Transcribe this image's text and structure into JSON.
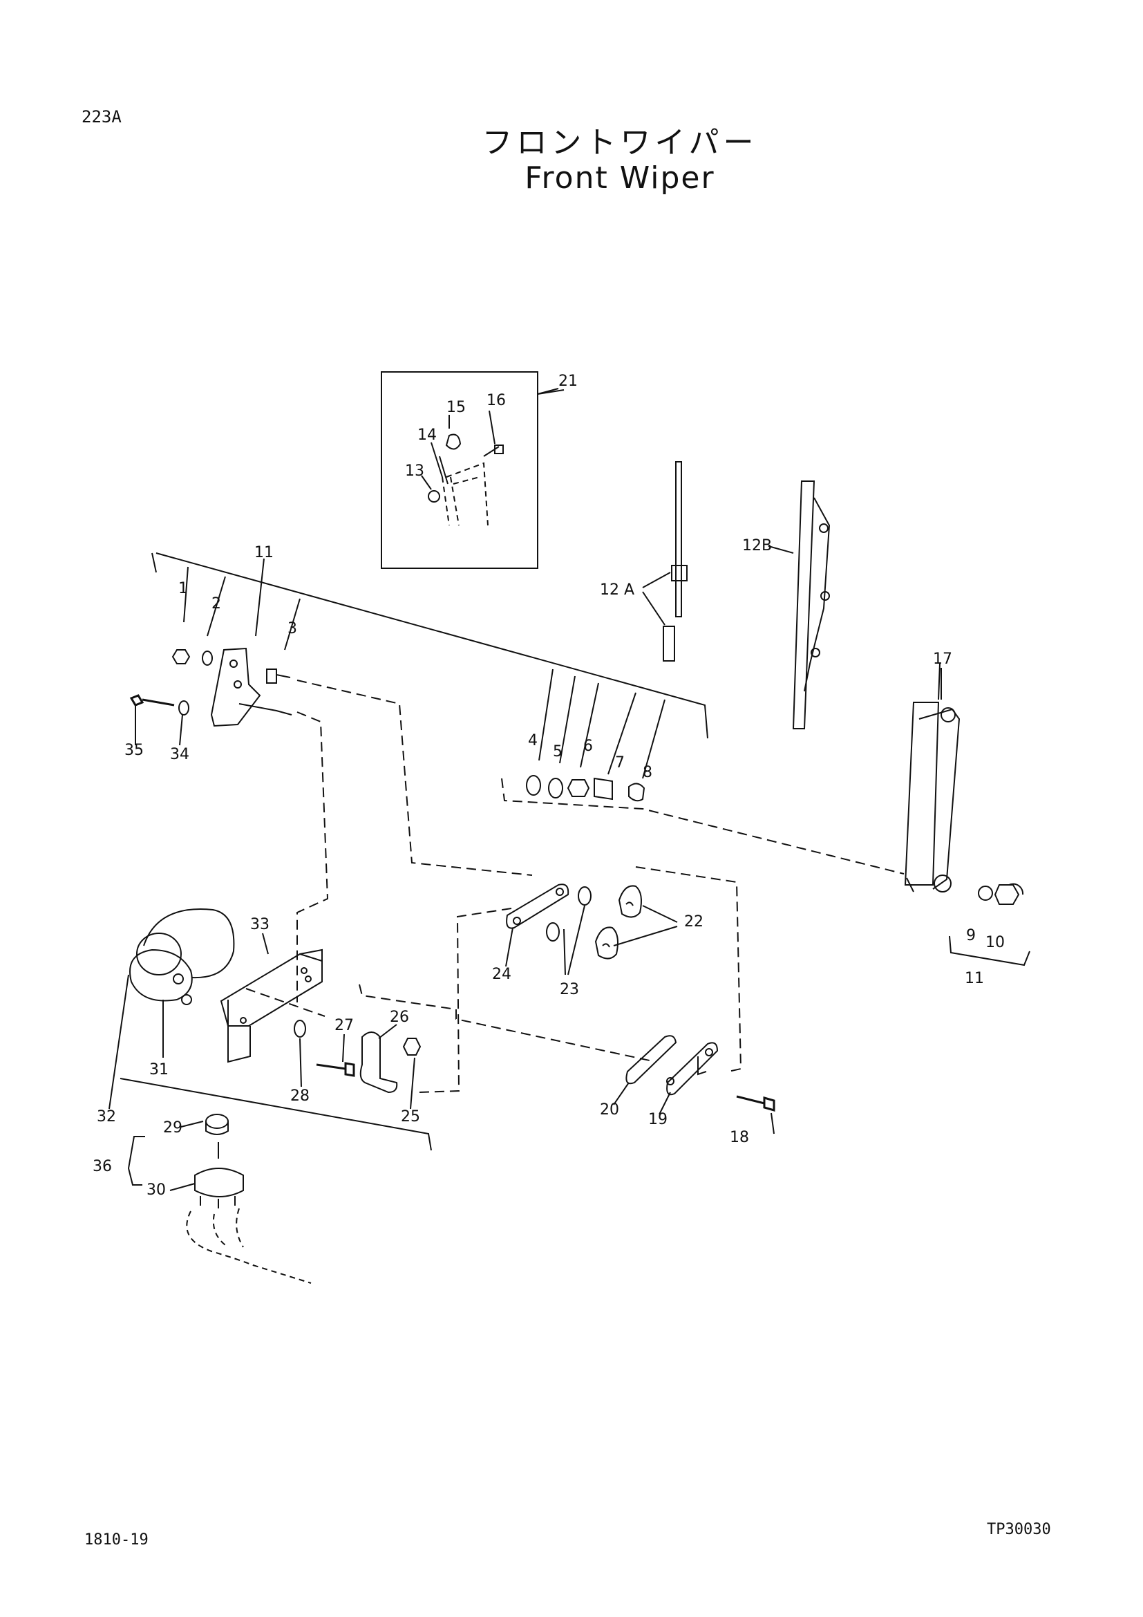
{
  "header": {
    "page_code": "223A",
    "title_jp": "フロントワイパー",
    "title_en": "Front Wiper"
  },
  "footer": {
    "doc_number": "1810-19",
    "ref_code": "TP30030"
  },
  "callouts": {
    "c1": "1",
    "c2": "2",
    "c3": "3",
    "c4": "4",
    "c5": "5",
    "c6": "6",
    "c7": "7",
    "c8": "8",
    "c9": "9",
    "c10": "10",
    "c11_top": "11",
    "c11_bottom": "11",
    "c12a": "12 A",
    "c12b": "12B",
    "c13": "13",
    "c14": "14",
    "c15": "15",
    "c16": "16",
    "c17": "17",
    "c18": "18",
    "c19": "19",
    "c20": "20",
    "c21": "21",
    "c22": "22",
    "c23": "23",
    "c24": "24",
    "c25": "25",
    "c26": "26",
    "c27": "27",
    "c28": "28",
    "c29": "29",
    "c30": "30",
    "c31": "31",
    "c32": "32",
    "c33": "33",
    "c34": "34",
    "c35": "35",
    "c36": "36"
  }
}
